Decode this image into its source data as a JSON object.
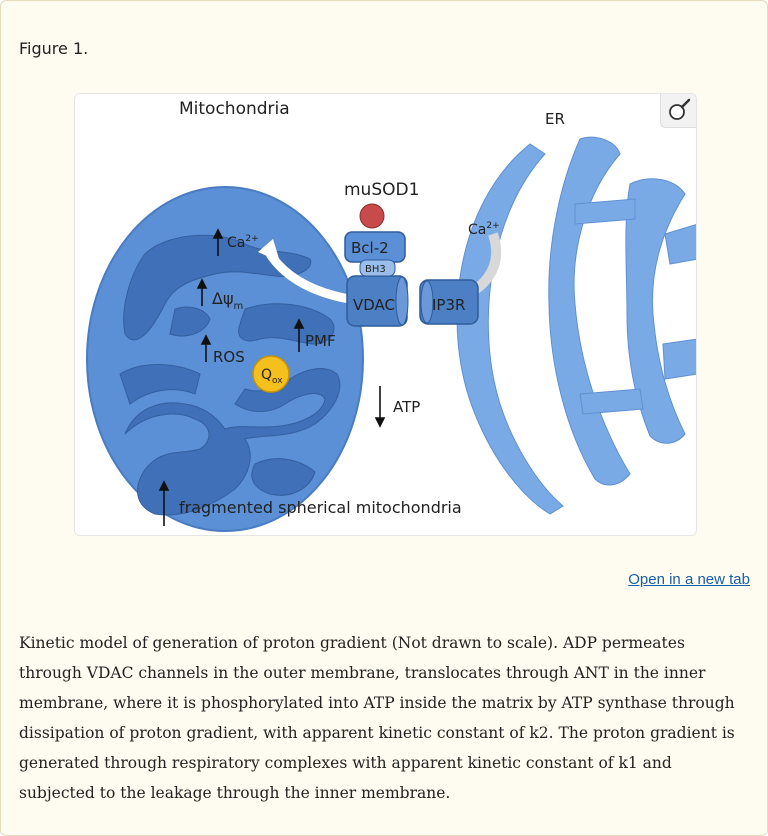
{
  "figure": {
    "title": "Figure 1.",
    "labels": {
      "mitochondria": "Mitochondria",
      "er": "ER",
      "musod1": "muSOD1",
      "bcl2": "Bcl-2",
      "bh3": "BH3",
      "vdac": "VDAC",
      "ip3r": "IP3R",
      "ca_er": "Ca",
      "ca_er_sup": "2+",
      "ca_mito": "Ca",
      "ca_mito_sup": "2+",
      "delta_psi": "Δψ",
      "delta_psi_sub": "m",
      "ros": "ROS",
      "pmf": "PMF",
      "qox": "Q",
      "qox_sub": "ox",
      "atp": "ATP",
      "fragmented": "fragmented spherical mitochondria"
    },
    "colors": {
      "mito_outer": "#5b8fd6",
      "mito_cristae": "#3a6bb3",
      "er": "#7aaae6",
      "channel": "#4d7fc4",
      "musod1": "#c94a4a",
      "qox": "#f5bf1c"
    }
  },
  "link": {
    "open_new_tab": "Open in a new tab"
  },
  "caption": "Kinetic model of generation of proton gradient (Not drawn to scale). ADP permeates through VDAC channels in the outer membrane, translocates through ANT in the inner membrane, where it is phosphorylated into ATP inside the matrix by ATP synthase through dissipation of proton gradient, with apparent kinetic constant of k2. The proton gradient is generated through respiratory complexes with apparent kinetic constant of k1 and subjected to the leakage through the inner membrane."
}
